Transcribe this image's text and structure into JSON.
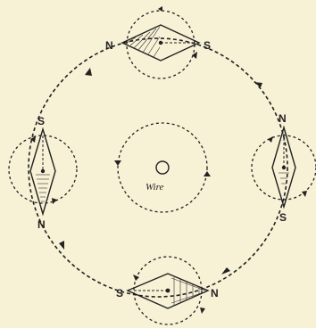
{
  "wire": {
    "label": "Wire"
  },
  "needles": {
    "top": {
      "north": "N",
      "south": "S"
    },
    "right": {
      "north": "N",
      "south": "S"
    },
    "bottom": {
      "north": "N",
      "south": "S"
    },
    "left": {
      "north": "N",
      "south": "S"
    }
  }
}
